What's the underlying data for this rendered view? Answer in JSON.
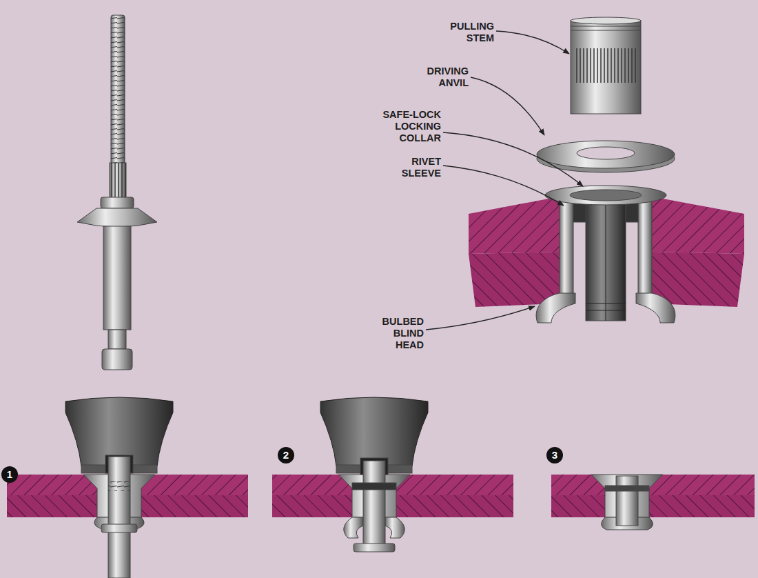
{
  "diagram": {
    "labels": [
      "PULLING STEM",
      "DRIVING ANVIL",
      "SAFE-LOCK LOCKING COLLAR",
      "RIVET SLEEVE",
      "BULBED BLIND HEAD",
      "1",
      "2",
      "3"
    ]
  }
}
